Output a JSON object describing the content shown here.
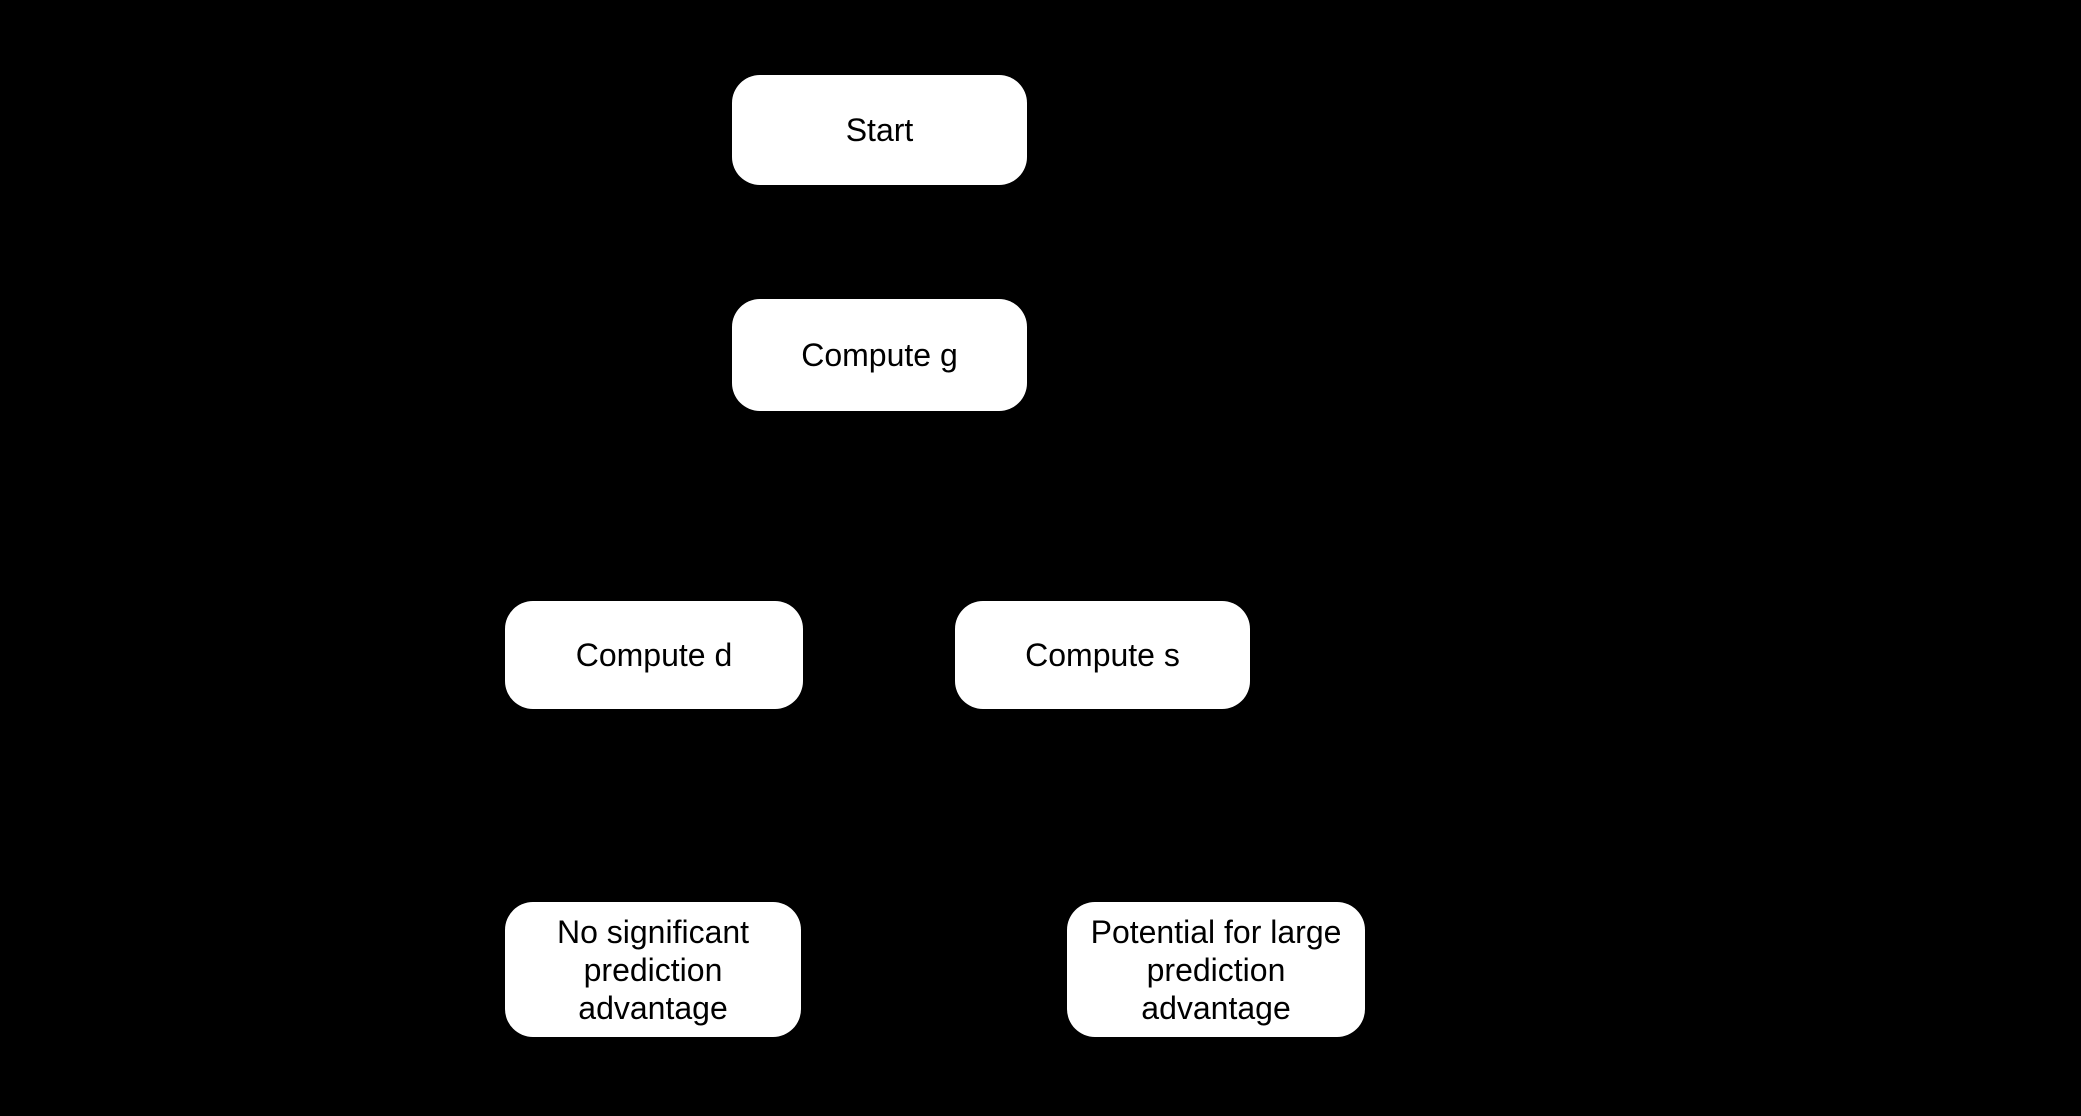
{
  "diagram": {
    "type": "flowchart",
    "background_color": "#000000",
    "node_fill_color": "#ffffff",
    "node_text_color": "#000000",
    "nodes": [
      {
        "id": "start",
        "label": "Start"
      },
      {
        "id": "compute_g",
        "label": "Compute g"
      },
      {
        "id": "compute_d",
        "label": "Compute d"
      },
      {
        "id": "compute_s",
        "label": "Compute s"
      },
      {
        "id": "no_advantage",
        "label": "No significant\nprediction\nadvantage"
      },
      {
        "id": "potential_advantage",
        "label": "Potential for large\nprediction\nadvantage"
      }
    ]
  }
}
